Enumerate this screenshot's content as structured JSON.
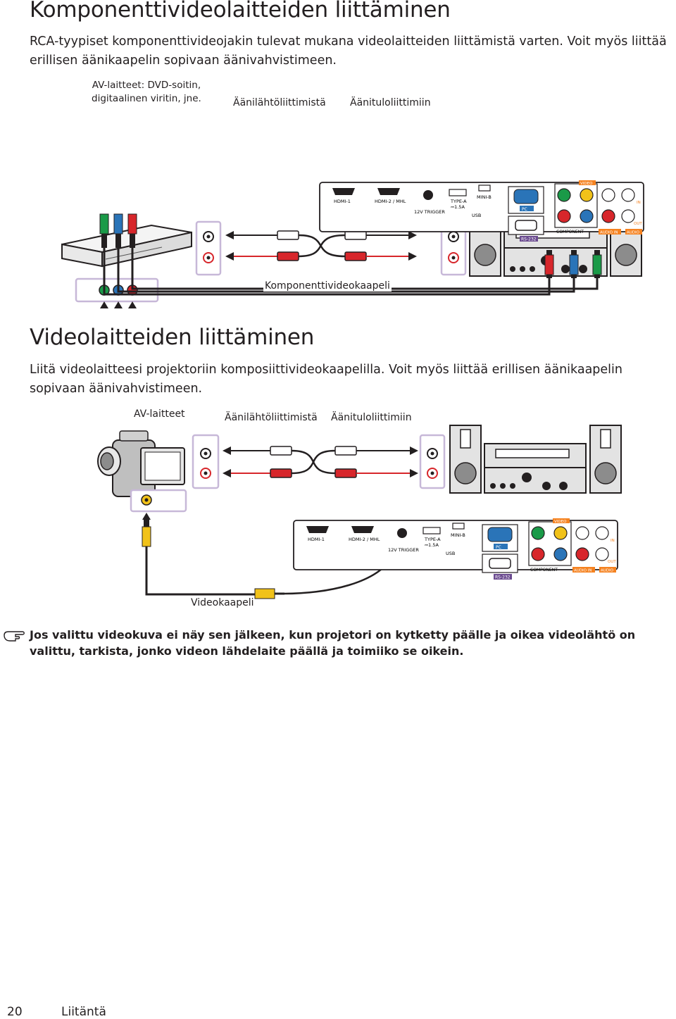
{
  "section1": {
    "title": "Komponenttivideolaitteiden liittäminen",
    "intro": "RCA-tyypiset komponenttivideojakin tulevat mukana videolaitteiden liittämistä varten. Voit myös liittää erillisen äänikaapelin sopivaan äänivahvistimeen.",
    "device_label_line1": "AV-laitteet: DVD-soitin,",
    "device_label_line2": "digitaalinen viritin, jne.",
    "audio_out_label": "Äänilähtöliittimistä",
    "audio_in_label": "Äänituloliittimiin",
    "cable_label": "Komponenttivideokaapeli"
  },
  "section2": {
    "title": "Videolaitteiden liittäminen",
    "intro": "Liitä videolaitteesi projektoriin komposiittivideokaapelilla. Voit myös liittää erillisen äänikaapelin sopivaan äänivahvistimeen.",
    "device_label": "AV-laitteet",
    "audio_out_label": "Äänilähtöliittimistä",
    "audio_in_label": "Äänituloliittimiin",
    "cable_label": "Videokaapeli"
  },
  "panel_labels": {
    "hdmi1": "HDMI-1",
    "hdmi2": "HDMI-2 / MHL",
    "trigger": "12V TRIGGER",
    "type_a": "TYPE-A",
    "type_a_power": "⎓1.5A",
    "mini_b": "MINI-B",
    "usb": "USB",
    "pc": "PC",
    "rs232": "RS-232",
    "video": "VIDEO",
    "component": "COMPONENT",
    "audio_in": "AUDIO IN",
    "audio": "AUDIO",
    "in": "IN",
    "out": "OUT"
  },
  "colors": {
    "port_box_border": "#c7b8d8",
    "rca_red": "#d7262b",
    "rca_green": "#1a9a48",
    "rca_blue": "#2a74b8",
    "rca_yellow": "#f1c219",
    "orange_label": "#f58220",
    "rs232_bg": "#6a4a8f"
  },
  "note": {
    "icon": "pointing-hand-icon",
    "text": "Jos valittu videokuva ei näy sen jälkeen, kun projetori on kytketty päälle ja oikea videolähtö on valittu, tarkista, jonko videon lähdelaite päällä ja toimiiko se oikein."
  },
  "footer": {
    "page_number": "20",
    "section": "Liitäntä"
  }
}
